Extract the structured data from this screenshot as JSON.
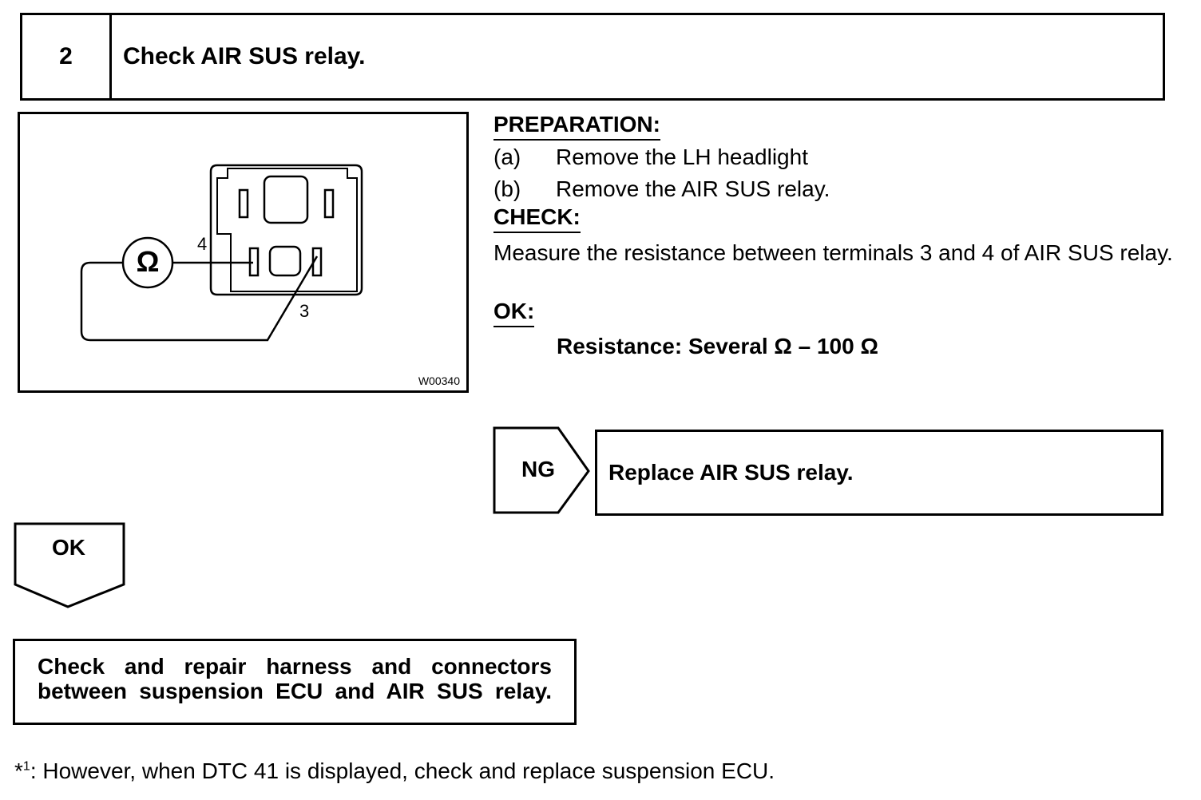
{
  "step": {
    "number": "2",
    "title": "Check AIR SUS relay."
  },
  "diagram": {
    "figure_code": "W00340",
    "terminal_4": "4",
    "terminal_3": "3",
    "meter_symbol": "Ω",
    "icon": "ohmmeter-icon"
  },
  "preparation": {
    "title": "PREPARATION:",
    "items": [
      {
        "mark": "(a)",
        "text": "Remove the LH headlight"
      },
      {
        "mark": "(b)",
        "text": "Remove the AIR SUS relay."
      }
    ]
  },
  "check": {
    "title": "CHECK:",
    "text": "Measure the resistance between terminals 3 and 4 of AIR SUS relay."
  },
  "ok_spec": {
    "title": "OK:",
    "text": "Resistance: Several Ω – 100 Ω"
  },
  "ng": {
    "label": "NG",
    "action": "Replace AIR SUS relay."
  },
  "ok": {
    "label": "OK",
    "action_line1": "Check and repair harness and connectors",
    "action_line2": "between suspension ECU and AIR SUS relay."
  },
  "footnote": {
    "mark": "*",
    "sup": "1",
    "text": ": However, when DTC 41 is displayed, check and replace suspension ECU."
  }
}
